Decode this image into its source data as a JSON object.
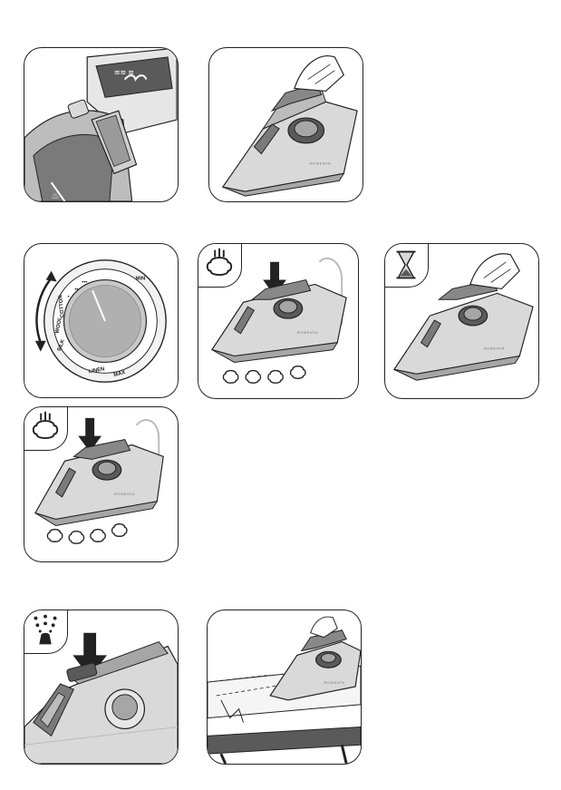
{
  "figures": {
    "brand_name": "ROWENTA",
    "dial": {
      "min_label": "MIN",
      "max_label": "MAX",
      "settings": [
        "SILK",
        "WOOL",
        "COTTON",
        "LINEN"
      ],
      "dots": [
        "•",
        "••",
        "•••"
      ]
    },
    "base_text": "ROWENTA"
  },
  "colors": {
    "outline": "#222222",
    "shade_light": "#d9d9d9",
    "shade_mid": "#a6a6a6",
    "shade_dark": "#5a5a5a"
  }
}
